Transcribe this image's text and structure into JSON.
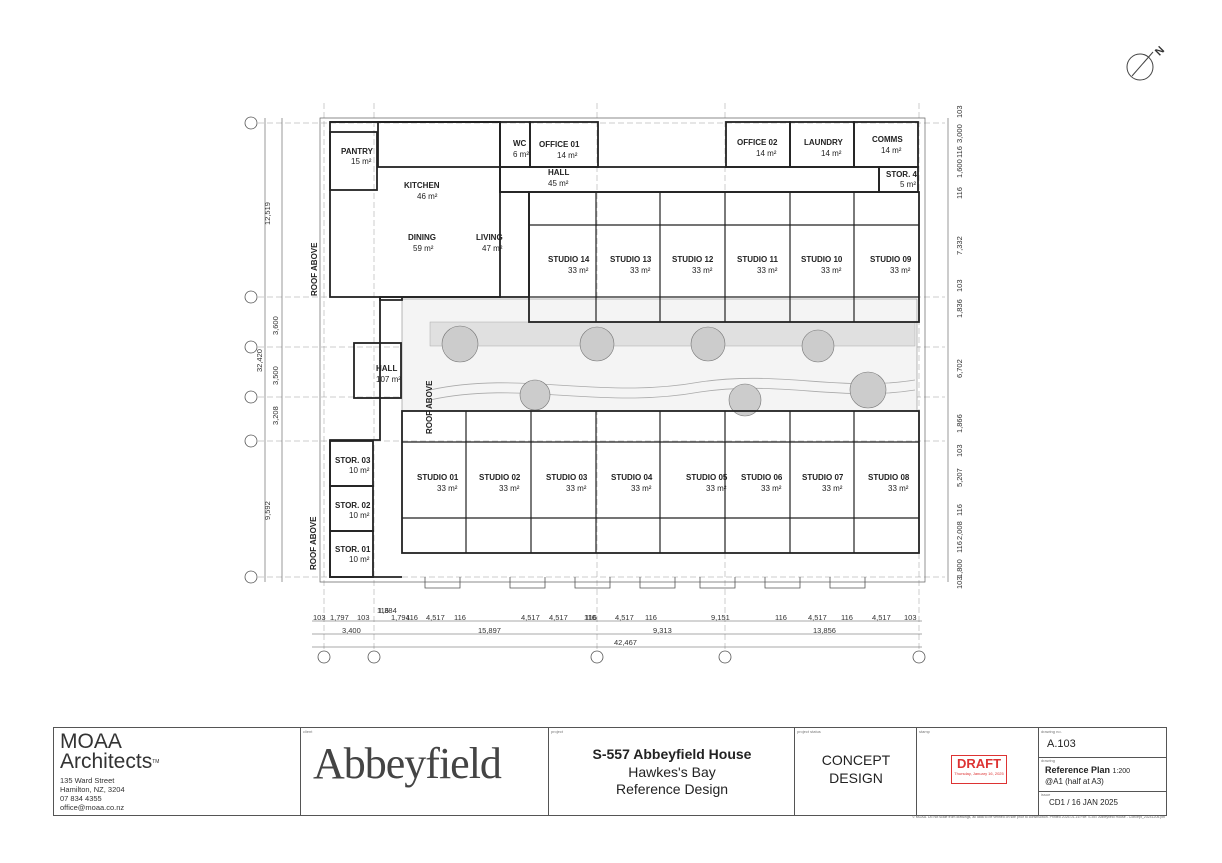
{
  "drawing": {
    "north_label": "N",
    "roof_above_label": "ROOF ABOVE",
    "rooms": [
      {
        "id": "pantry",
        "name": "PANTRY",
        "area": "15 m²"
      },
      {
        "id": "kitchen",
        "name": "KITCHEN",
        "area": "46 m²"
      },
      {
        "id": "wc",
        "name": "WC",
        "area": "6 m²"
      },
      {
        "id": "office01",
        "name": "OFFICE 01",
        "area": "14 m²"
      },
      {
        "id": "office02",
        "name": "OFFICE 02",
        "area": "14 m²"
      },
      {
        "id": "laundry",
        "name": "LAUNDRY",
        "area": "14 m²"
      },
      {
        "id": "comms",
        "name": "COMMS",
        "area": "14 m²"
      },
      {
        "id": "hall_top",
        "name": "HALL",
        "area": "45 m²"
      },
      {
        "id": "stor4",
        "name": "STOR. 4",
        "area": "5 m²"
      },
      {
        "id": "dining",
        "name": "DINING",
        "area": "59 m²"
      },
      {
        "id": "living",
        "name": "LIVING",
        "area": "47 m²"
      },
      {
        "id": "hall_left",
        "name": "HALL",
        "area": "107 m²"
      },
      {
        "id": "stor03",
        "name": "STOR. 03",
        "area": "10 m²"
      },
      {
        "id": "stor02",
        "name": "STOR. 02",
        "area": "10 m²"
      },
      {
        "id": "stor01",
        "name": "STOR. 01",
        "area": "10 m²"
      }
    ],
    "studios_top": [
      {
        "name": "STUDIO 14",
        "area": "33 m²"
      },
      {
        "name": "STUDIO 13",
        "area": "33 m²"
      },
      {
        "name": "STUDIO 12",
        "area": "33 m²"
      },
      {
        "name": "STUDIO 11",
        "area": "33 m²"
      },
      {
        "name": "STUDIO 10",
        "area": "33 m²"
      },
      {
        "name": "STUDIO 09",
        "area": "33 m²"
      }
    ],
    "studios_bottom": [
      {
        "name": "STUDIO 01",
        "area": "33 m²"
      },
      {
        "name": "STUDIO 02",
        "area": "33 m²"
      },
      {
        "name": "STUDIO 03",
        "area": "33 m²"
      },
      {
        "name": "STUDIO 04",
        "area": "33 m²"
      },
      {
        "name": "STUDIO 05",
        "area": "33 m²"
      },
      {
        "name": "STUDIO 06",
        "area": "33 m²"
      },
      {
        "name": "STUDIO 07",
        "area": "33 m²"
      },
      {
        "name": "STUDIO 08",
        "area": "33 m²"
      }
    ],
    "dims_bottom_row1": [
      "103",
      "1,797",
      "103",
      "1,384",
      "116",
      "1,794",
      "116",
      "4,517",
      "116",
      "4,517",
      "116",
      "4,517",
      "116",
      "4,517",
      "116",
      "9,151",
      "116",
      "4,517",
      "116",
      "4,517",
      "103"
    ],
    "dims_bottom_row2": [
      "3,400",
      "15,897",
      "9,313",
      "13,856"
    ],
    "dims_bottom_row3": [
      "42,467"
    ],
    "dims_left_outer": [
      "12,519",
      "3,600",
      "3,500",
      "3,208",
      "9,592"
    ],
    "dims_left_total": "32,420",
    "dims_right": [
      "103",
      "3,000",
      "116",
      "1,600",
      "116",
      "7,332",
      "103",
      "1,836",
      "6,702",
      "1,866",
      "103",
      "5,207",
      "116",
      "2,008",
      "116",
      "1,800",
      "103"
    ]
  },
  "title_block": {
    "firm_name_line1": "MOAA",
    "firm_name_line2": "Architects",
    "firm_tm": "TM",
    "address": [
      "135 Ward Street",
      "Hamilton, NZ, 3204",
      "07 834 4355",
      "office@moaa.co.nz"
    ],
    "client_caption": "client",
    "client_logo_text": "Abbeyfield",
    "project_caption": "project",
    "project_title": "S-557 Abbeyfield House",
    "project_line2": "Hawkes's Bay",
    "project_line3": "Reference Design",
    "status_caption": "project status",
    "status_line1": "CONCEPT",
    "status_line2": "DESIGN",
    "stamp_caption": "stamp",
    "stamp_text": "DRAFT",
    "stamp_date": "Thursday, January 16, 2025",
    "drawing_no_caption": "drawing no.",
    "drawing_no": "A.103",
    "drawing_caption": "drawing",
    "drawing_name": "Reference Plan",
    "drawing_scale": "1:200",
    "drawing_scale_note": "@A1 (half at A3)",
    "issue_caption": "issue",
    "issue": "CD1  /  16 JAN 2025",
    "footer_note": "© MOAA. Do not scale from drawings, all data to be verified on site prior to construction. Printed 2025-01-16 File: S-557 Abbeyfield House - Concept_20241205.pln"
  }
}
